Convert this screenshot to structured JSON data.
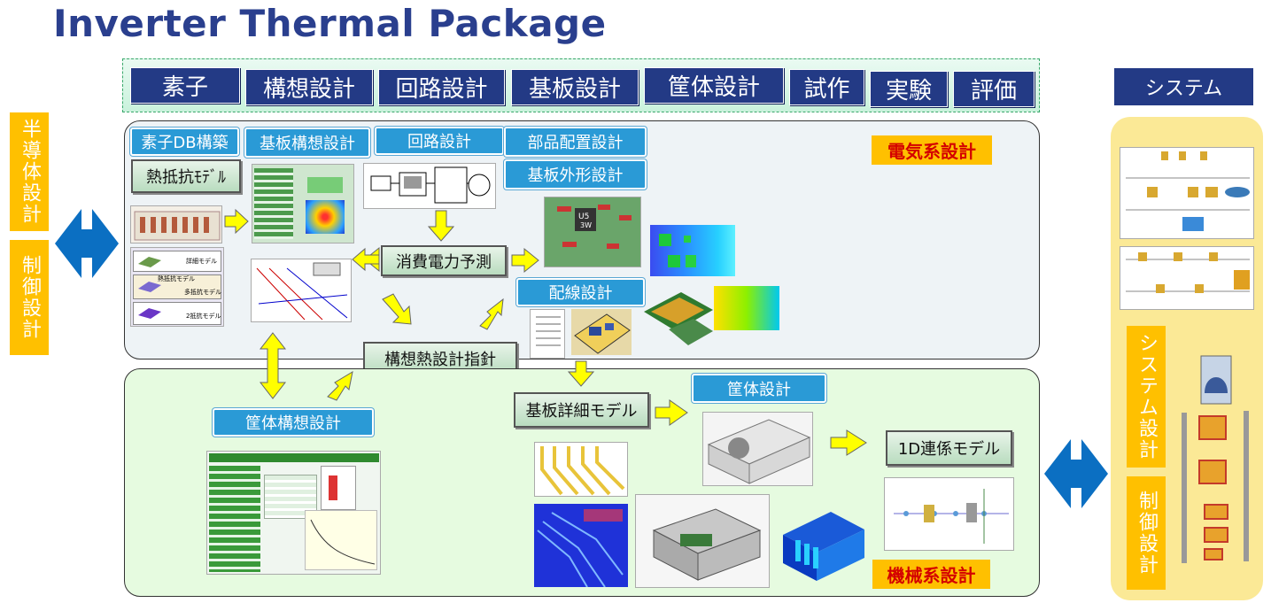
{
  "title": "Inverter Thermal Package",
  "phases": [
    "素子",
    "構想設計",
    "回路設計",
    "基板設計",
    "筐体設計",
    "試作",
    "実験",
    "評価"
  ],
  "system_header": "システム",
  "left_labels": {
    "semiconductor": "半導体設計",
    "control": "制御設計"
  },
  "right_labels": {
    "system": "システム設計",
    "control": "制御設計"
  },
  "electrical": {
    "tag": "電気系設計",
    "element_db": "素子DB構築",
    "board_concept": "基板構想設計",
    "circuit": "回路設計",
    "parts_placement": "部品配置設計",
    "board_outline": "基板外形設計",
    "thermal_model": "熱抵抗ﾓﾃﾞﾙ",
    "power_estimate": "消費電力予測",
    "wiring": "配線設計",
    "guideline": "構想熱設計指針"
  },
  "mechanical": {
    "tag": "機械系設計",
    "housing_concept": "筐体構想設計",
    "board_detail": "基板詳細モデル",
    "housing": "筐体設計",
    "model_1d": "1D連係モデル"
  },
  "thermal_models": [
    "詳細モデル",
    "熱抵抗モデル",
    "多抵抗モデル",
    "2抵抗モデル"
  ],
  "chip_label": "U5\n3W",
  "colors": {
    "navy": "#233a85",
    "yellow": "#ffc000",
    "blue": "#2a9ad6",
    "arrow_yellow": "#ffff00",
    "arrow_blue": "#0b6fc2"
  }
}
